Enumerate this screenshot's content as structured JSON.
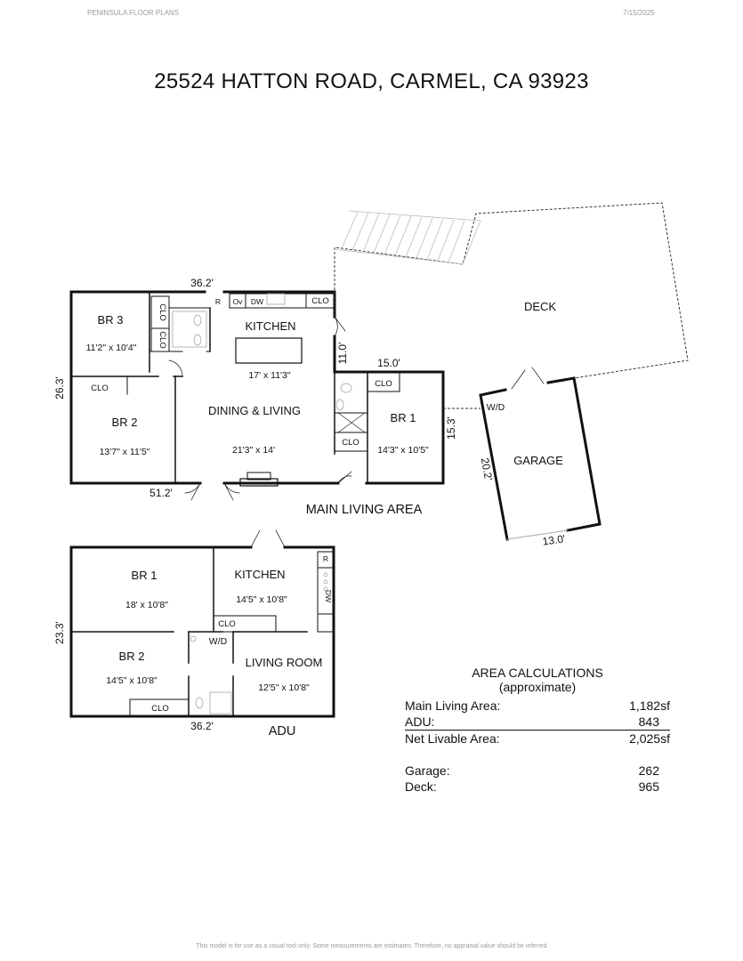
{
  "header": {
    "brand": "PENINSULA FLOOR PLANS",
    "date": "7/15/2025"
  },
  "title": "25524 HATTON ROAD, CARMEL, CA  93923",
  "main": {
    "section_label": "MAIN LIVING AREA",
    "rooms": {
      "br3": {
        "name": "BR 3",
        "size": "11'2\" x 10'4\""
      },
      "kitchen": {
        "name": "KITCHEN",
        "size": "17' x 11'3\""
      },
      "deck": {
        "name": "DECK"
      },
      "br2": {
        "name": "BR 2",
        "size": "13'7\" x 11'5\""
      },
      "dining": {
        "name": "DINING & LIVING",
        "size": "21'3\" x 14'"
      },
      "br1": {
        "name": "BR 1",
        "size": "14'3\" x 10'5\""
      },
      "garage": {
        "name": "GARAGE"
      }
    },
    "labels": {
      "clo": "CLO",
      "r": "R",
      "ov": "Ov",
      "dw": "DW",
      "wd": "W/D"
    },
    "dims": {
      "top": "36.2'",
      "left": "26.3'",
      "bottom": "51.2'",
      "kitchen_step": "11.0'",
      "br1_top": "15.0'",
      "br1_side": "15.3'",
      "garage_side": "20.2'",
      "garage_bottom": "13.0'"
    }
  },
  "adu": {
    "section_label": "ADU",
    "rooms": {
      "br1": {
        "name": "BR 1",
        "size": "18' x 10'8\""
      },
      "kitchen": {
        "name": "KITCHEN",
        "size": "14'5\" x 10'8\""
      },
      "br2": {
        "name": "BR 2",
        "size": "14'5\" x 10'8\""
      },
      "living": {
        "name": "LIVING ROOM",
        "size": "12'5\" x 10'8\""
      }
    },
    "labels": {
      "clo": "CLO",
      "r": "R",
      "dw": "DW",
      "wd": "W/D"
    },
    "dims": {
      "left": "23.3'",
      "bottom": "36.2'"
    }
  },
  "area_calculations": {
    "title": "AREA CALCULATIONS",
    "subtitle": "(approximate)",
    "rows": [
      {
        "label": "Main Living Area:",
        "value": "1,182sf"
      },
      {
        "label": "ADU:",
        "value": "843"
      },
      {
        "label": "Net Livable Area:",
        "value": "2,025sf"
      },
      {
        "label": "Garage:",
        "value": "262"
      },
      {
        "label": "Deck:",
        "value": "965"
      }
    ]
  },
  "footer": "This model is for use as a visual tool only. Some measurements are estimates. Therefore, no appraisal value should be inferred"
}
